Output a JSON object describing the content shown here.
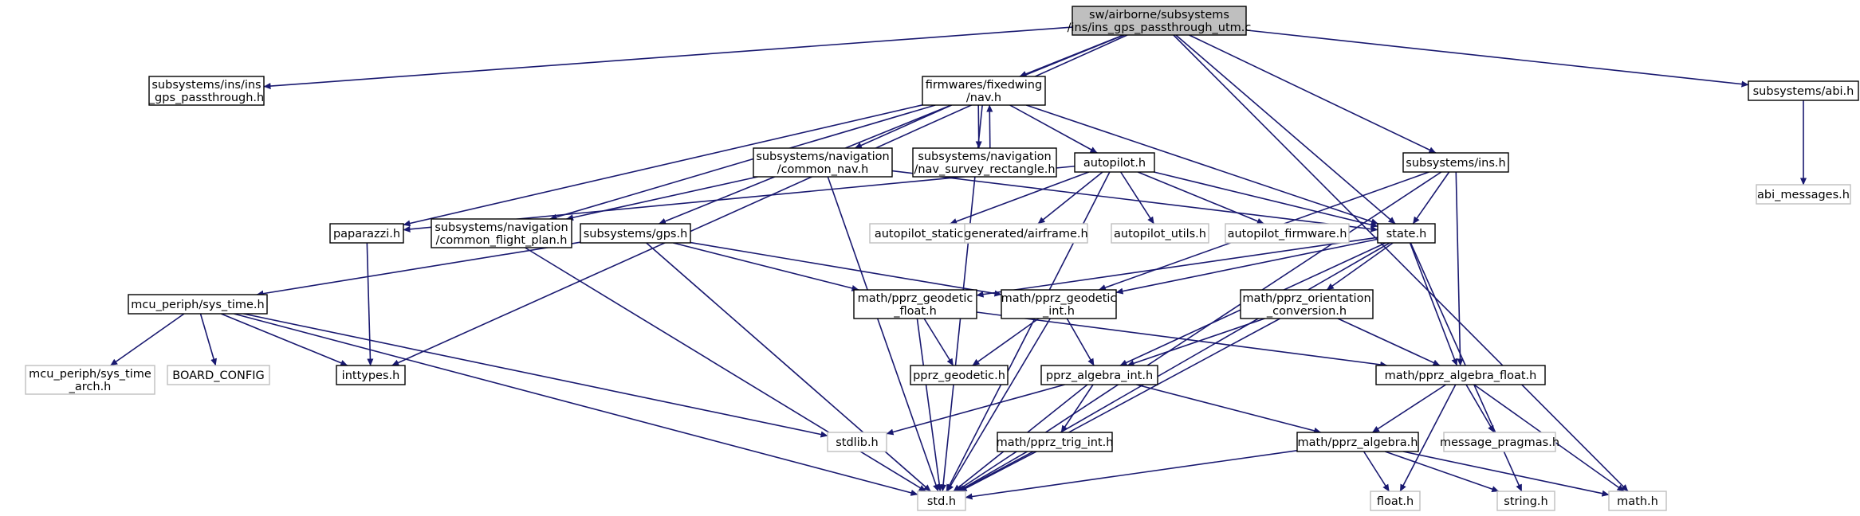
{
  "colors": {
    "edge": "#191970",
    "root_fill": "#bfbfbf",
    "root_border": "#000000",
    "doc_border": "#000000",
    "nodoc_border": "#bfbfbf",
    "nodoc_text": "#000000"
  },
  "nodes": [
    {
      "id": "root",
      "lines": [
        "sw/airborne/subsystems",
        "/ins/ins_gps_passthrough_utm.c"
      ],
      "kind": "root"
    },
    {
      "id": "ins_gps_passthrough_h",
      "lines": [
        "subsystems/ins/ins",
        "_gps_passthrough.h"
      ],
      "kind": "doc"
    },
    {
      "id": "fixedwing_nav_h",
      "lines": [
        "firmwares/fixedwing",
        "/nav.h"
      ],
      "kind": "doc"
    },
    {
      "id": "abi_h",
      "lines": [
        "subsystems/abi.h"
      ],
      "kind": "doc"
    },
    {
      "id": "abi_messages_h",
      "lines": [
        "abi_messages.h"
      ],
      "kind": "nodoc"
    },
    {
      "id": "common_nav_h",
      "lines": [
        "subsystems/navigation",
        "/common_nav.h"
      ],
      "kind": "doc"
    },
    {
      "id": "nav_survey_rect_h",
      "lines": [
        "subsystems/navigation",
        "/nav_survey_rectangle.h"
      ],
      "kind": "doc"
    },
    {
      "id": "autopilot_h",
      "lines": [
        "autopilot.h"
      ],
      "kind": "doc"
    },
    {
      "id": "ins_h",
      "lines": [
        "subsystems/ins.h"
      ],
      "kind": "doc"
    },
    {
      "id": "paparazzi_h",
      "lines": [
        "paparazzi.h"
      ],
      "kind": "doc"
    },
    {
      "id": "common_flight_plan_h",
      "lines": [
        "subsystems/navigation",
        "/common_flight_plan.h"
      ],
      "kind": "doc"
    },
    {
      "id": "gps_h",
      "lines": [
        "subsystems/gps.h"
      ],
      "kind": "doc"
    },
    {
      "id": "autopilot_static_h",
      "lines": [
        "autopilot_static.h"
      ],
      "kind": "nodoc"
    },
    {
      "id": "airframe_h",
      "lines": [
        "generated/airframe.h"
      ],
      "kind": "nodoc"
    },
    {
      "id": "autopilot_utils_h",
      "lines": [
        "autopilot_utils.h"
      ],
      "kind": "nodoc"
    },
    {
      "id": "autopilot_firmware_h",
      "lines": [
        "autopilot_firmware.h"
      ],
      "kind": "nodoc"
    },
    {
      "id": "state_h",
      "lines": [
        "state.h"
      ],
      "kind": "doc"
    },
    {
      "id": "sys_time_h",
      "lines": [
        "mcu_periph/sys_time.h"
      ],
      "kind": "doc"
    },
    {
      "id": "pprz_geodetic_float_h",
      "lines": [
        "math/pprz_geodetic",
        "_float.h"
      ],
      "kind": "doc"
    },
    {
      "id": "pprz_geodetic_int_h",
      "lines": [
        "math/pprz_geodetic",
        "_int.h"
      ],
      "kind": "doc"
    },
    {
      "id": "pprz_orientation_conversion_h",
      "lines": [
        "math/pprz_orientation",
        "_conversion.h"
      ],
      "kind": "doc"
    },
    {
      "id": "sys_time_arch_h",
      "lines": [
        "mcu_periph/sys_time",
        "_arch.h"
      ],
      "kind": "nodoc"
    },
    {
      "id": "board_config",
      "lines": [
        "BOARD_CONFIG"
      ],
      "kind": "nodoc"
    },
    {
      "id": "inttypes_h",
      "lines": [
        "inttypes.h"
      ],
      "kind": "doc"
    },
    {
      "id": "pprz_geodetic_h",
      "lines": [
        "pprz_geodetic.h"
      ],
      "kind": "doc"
    },
    {
      "id": "pprz_algebra_int_h",
      "lines": [
        "pprz_algebra_int.h"
      ],
      "kind": "doc"
    },
    {
      "id": "pprz_algebra_float_h",
      "lines": [
        "math/pprz_algebra_float.h"
      ],
      "kind": "doc"
    },
    {
      "id": "stdlib_h",
      "lines": [
        "stdlib.h"
      ],
      "kind": "nodoc"
    },
    {
      "id": "pprz_trig_int_h",
      "lines": [
        "math/pprz_trig_int.h"
      ],
      "kind": "doc"
    },
    {
      "id": "pprz_algebra_h",
      "lines": [
        "math/pprz_algebra.h"
      ],
      "kind": "doc"
    },
    {
      "id": "message_pragmas_h",
      "lines": [
        "message_pragmas.h"
      ],
      "kind": "nodoc"
    },
    {
      "id": "std_h",
      "lines": [
        "std.h"
      ],
      "kind": "nodoc"
    },
    {
      "id": "float_h",
      "lines": [
        "float.h"
      ],
      "kind": "nodoc"
    },
    {
      "id": "string_h",
      "lines": [
        "string.h"
      ],
      "kind": "nodoc"
    },
    {
      "id": "math_h",
      "lines": [
        "math.h"
      ],
      "kind": "nodoc"
    }
  ],
  "edges": [
    [
      "root",
      "ins_gps_passthrough_h"
    ],
    [
      "root",
      "fixedwing_nav_h"
    ],
    [
      "root",
      "abi_h"
    ],
    [
      "root",
      "ins_h"
    ],
    [
      "root",
      "state_h"
    ],
    [
      "root",
      "gps_h"
    ],
    [
      "root",
      "inttypes_h"
    ],
    [
      "root",
      "math_h"
    ],
    [
      "abi_h",
      "abi_messages_h"
    ],
    [
      "fixedwing_nav_h",
      "common_nav_h"
    ],
    [
      "fixedwing_nav_h",
      "nav_survey_rect_h"
    ],
    [
      "fixedwing_nav_h",
      "autopilot_h"
    ],
    [
      "fixedwing_nav_h",
      "paparazzi_h"
    ],
    [
      "fixedwing_nav_h",
      "common_flight_plan_h"
    ],
    [
      "fixedwing_nav_h",
      "state_h"
    ],
    [
      "fixedwing_nav_h",
      "std_h"
    ],
    [
      "nav_survey_rect_h",
      "fixedwing_nav_h"
    ],
    [
      "common_nav_h",
      "common_flight_plan_h"
    ],
    [
      "common_nav_h",
      "state_h"
    ],
    [
      "common_nav_h",
      "std_h"
    ],
    [
      "autopilot_h",
      "paparazzi_h"
    ],
    [
      "autopilot_h",
      "autopilot_static_h"
    ],
    [
      "autopilot_h",
      "airframe_h"
    ],
    [
      "autopilot_h",
      "autopilot_utils_h"
    ],
    [
      "autopilot_h",
      "autopilot_firmware_h"
    ],
    [
      "autopilot_h",
      "state_h"
    ],
    [
      "autopilot_h",
      "std_h"
    ],
    [
      "ins_h",
      "state_h"
    ],
    [
      "ins_h",
      "pprz_geodetic_int_h"
    ],
    [
      "ins_h",
      "pprz_algebra_float_h"
    ],
    [
      "ins_h",
      "std_h"
    ],
    [
      "paparazzi_h",
      "inttypes_h"
    ],
    [
      "common_flight_plan_h",
      "std_h"
    ],
    [
      "gps_h",
      "sys_time_h"
    ],
    [
      "gps_h",
      "pprz_geodetic_float_h"
    ],
    [
      "gps_h",
      "pprz_geodetic_int_h"
    ],
    [
      "gps_h",
      "std_h"
    ],
    [
      "state_h",
      "pprz_geodetic_float_h"
    ],
    [
      "state_h",
      "pprz_geodetic_int_h"
    ],
    [
      "state_h",
      "pprz_orientation_conversion_h"
    ],
    [
      "state_h",
      "pprz_algebra_int_h"
    ],
    [
      "state_h",
      "pprz_algebra_float_h"
    ],
    [
      "state_h",
      "std_h"
    ],
    [
      "state_h",
      "string_h"
    ],
    [
      "sys_time_h",
      "sys_time_arch_h"
    ],
    [
      "sys_time_h",
      "board_config"
    ],
    [
      "sys_time_h",
      "inttypes_h"
    ],
    [
      "sys_time_h",
      "stdlib_h"
    ],
    [
      "sys_time_h",
      "std_h"
    ],
    [
      "pprz_geodetic_float_h",
      "pprz_geodetic_h"
    ],
    [
      "pprz_geodetic_float_h",
      "pprz_algebra_float_h"
    ],
    [
      "pprz_geodetic_float_h",
      "std_h"
    ],
    [
      "pprz_geodetic_int_h",
      "pprz_geodetic_h"
    ],
    [
      "pprz_geodetic_int_h",
      "pprz_algebra_int_h"
    ],
    [
      "pprz_geodetic_int_h",
      "std_h"
    ],
    [
      "pprz_orientation_conversion_h",
      "pprz_algebra_int_h"
    ],
    [
      "pprz_orientation_conversion_h",
      "pprz_algebra_float_h"
    ],
    [
      "pprz_orientation_conversion_h",
      "std_h"
    ],
    [
      "pprz_algebra_int_h",
      "stdlib_h"
    ],
    [
      "pprz_algebra_int_h",
      "pprz_trig_int_h"
    ],
    [
      "pprz_algebra_int_h",
      "pprz_algebra_h"
    ],
    [
      "pprz_algebra_int_h",
      "std_h"
    ],
    [
      "pprz_algebra_float_h",
      "pprz_algebra_h"
    ],
    [
      "pprz_algebra_float_h",
      "message_pragmas_h"
    ],
    [
      "pprz_algebra_float_h",
      "float_h"
    ],
    [
      "pprz_algebra_float_h",
      "math_h"
    ],
    [
      "pprz_trig_int_h",
      "std_h"
    ],
    [
      "pprz_algebra_h",
      "std_h"
    ],
    [
      "pprz_algebra_h",
      "float_h"
    ],
    [
      "pprz_algebra_h",
      "string_h"
    ],
    [
      "pprz_algebra_h",
      "math_h"
    ]
  ]
}
